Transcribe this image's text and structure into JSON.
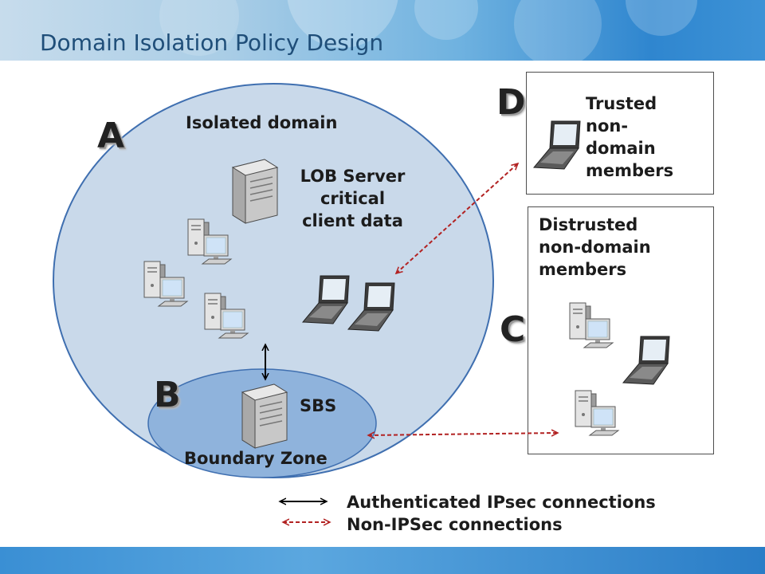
{
  "slide": {
    "title": "Domain Isolation Policy Design"
  },
  "zones": {
    "isolated_domain": "Isolated domain",
    "boundary_zone": "Boundary Zone",
    "lob_server": [
      "LOB Server",
      "critical",
      "client data"
    ],
    "sbs": "SBS",
    "trusted": [
      "Trusted",
      "non-",
      "domain",
      "members"
    ],
    "distrusted": [
      "Distrusted",
      "non-domain",
      "members"
    ]
  },
  "markers": {
    "a": "A",
    "b": "B",
    "c": "C",
    "d": "D"
  },
  "legend": {
    "authenticated": "Authenticated IPsec connections",
    "non_ipsec": "Non-IPSec connections"
  },
  "colors": {
    "isolated_fill": "#c9d9ea",
    "isolated_stroke": "#3f6fb0",
    "boundary_fill": "#8fb3dc",
    "non_ipsec_arrow": "#b22222",
    "auth_arrow": "#000000"
  }
}
